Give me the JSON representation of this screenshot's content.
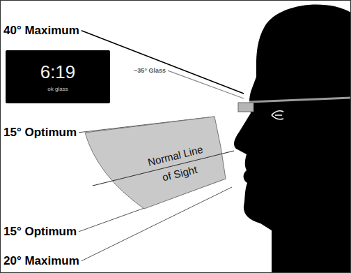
{
  "diagram": {
    "nodes": [
      {
        "text": [
          "6:19",
          "ok glass"
        ]
      },
      {
        "text": [
          "Normal Line of Sight"
        ]
      }
    ],
    "labels": [
      "40° Maximum",
      "~35° Glass",
      "15° Optimum",
      "15° Optimum",
      "20° Maximum"
    ]
  }
}
